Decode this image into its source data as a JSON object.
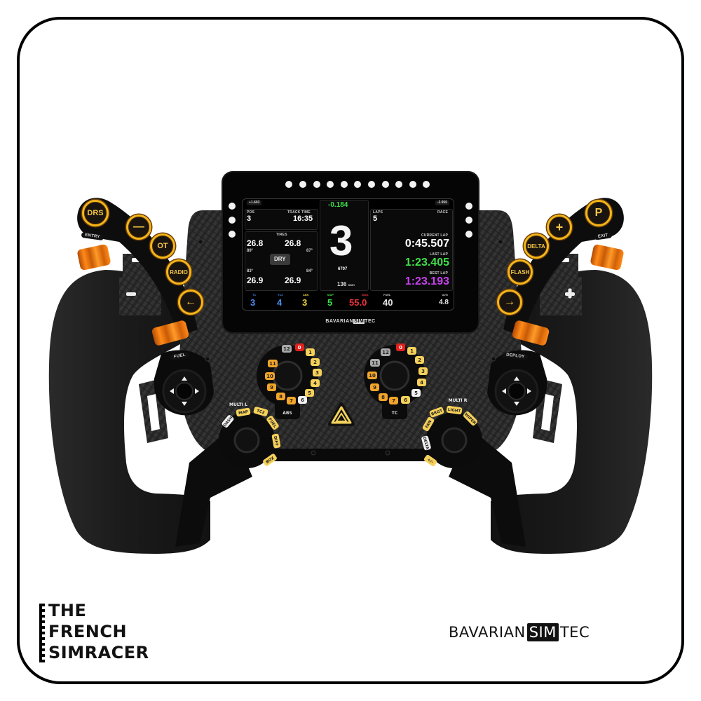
{
  "image": {
    "subject": "Sim racing steering wheel",
    "frame": {
      "border_color": "#000000",
      "background": "#ffffff"
    }
  },
  "colors": {
    "button_ring": "#f3b51a",
    "button_text": "#f6c844",
    "orange_accent": "#f07a10",
    "carbon": "#2a2a2a",
    "grip": "#1c1c1c",
    "dial_yellow": "#f6d15a",
    "dial_orange": "#f3a52a",
    "dial_red": "#e3201b",
    "dial_grey": "#a9a9a9",
    "dial_white": "#f2f2f2",
    "lcd_green": "#3fe04a",
    "lcd_purple": "#c93ff0",
    "lcd_blue": "#4b8cf0",
    "lcd_yellow": "#e8d23a",
    "lcd_red": "#e8343a"
  },
  "display": {
    "rev_leds_count": 12,
    "side_leds_per_side": 3,
    "delta_left": "+1.603",
    "delta_right": "-3.956",
    "delta_center": "-0.184",
    "gear": "3",
    "rpm": "6707",
    "speed": {
      "value": "136",
      "unit": "KMH"
    },
    "pos": {
      "label": "POS",
      "value": "3"
    },
    "track_time": {
      "label": "TRACK TIME",
      "value": "16:35"
    },
    "laps": {
      "label": "LAPS",
      "value": "5"
    },
    "session": "RACE",
    "tires": {
      "label": "TIRES",
      "fl_pressure": "26.8",
      "fl_temp": "89°",
      "fr_pressure": "26.8",
      "fr_temp": "87°",
      "rl_pressure": "26.9",
      "rl_temp": "83°",
      "rr_pressure": "26.9",
      "rr_temp": "84°",
      "compound": "DRY"
    },
    "current_lap": {
      "label": "CURRENT LAP",
      "value": "0:45.507"
    },
    "last_lap": {
      "label": "LAST LAP",
      "value": "1:23.405"
    },
    "best_lap": {
      "label": "BEST LAP",
      "value": "1:23.193"
    },
    "bottom_bar": [
      {
        "label": "TC",
        "value": "3"
      },
      {
        "label": "TC2",
        "value": "4"
      },
      {
        "label": "ABS",
        "value": "3"
      },
      {
        "label": "MAP",
        "value": "5"
      },
      {
        "label": "BIAS",
        "value": "55.0"
      },
      {
        "label": "FUEL",
        "value": "40"
      },
      {
        "label": "AVG",
        "value": "4.8"
      }
    ],
    "brand": {
      "pre": "BAVARIAN",
      "mid": "SIM",
      "post": "TEC"
    }
  },
  "left_buttons": [
    {
      "label": "DRS"
    },
    {
      "label": "—",
      "icon": "minus-icon"
    },
    {
      "label": "OT"
    },
    {
      "label": "RADIO"
    },
    {
      "label": "←",
      "icon": "arrow-left-icon"
    }
  ],
  "right_buttons": [
    {
      "label": "P"
    },
    {
      "label": "+",
      "icon": "plus-icon"
    },
    {
      "label": "DELTA"
    },
    {
      "label": "FLASH"
    },
    {
      "label": "→",
      "icon": "arrow-right-icon"
    }
  ],
  "encoder_labels": {
    "left_top": "ENTRY",
    "right_top": "EXIT",
    "left_funky": "FUEL",
    "right_funky": "DEPLOY"
  },
  "paddles": {
    "left": "−",
    "right": "+"
  },
  "rotary_abs": {
    "label": "ABS",
    "positions": [
      "0",
      "1",
      "2",
      "3",
      "4",
      "5",
      "6",
      "7",
      "8",
      "9",
      "10",
      "11",
      "12"
    ],
    "selected": "6"
  },
  "rotary_tc": {
    "label": "TC",
    "positions": [
      "0",
      "1",
      "2",
      "3",
      "4",
      "5",
      "6",
      "7",
      "8",
      "9",
      "10",
      "11",
      "12"
    ],
    "selected": "5"
  },
  "multi_left": {
    "label": "MULTI L",
    "items": [
      "DASH",
      "MAP",
      "TC2",
      "FUEL",
      "DIFF",
      "BOX"
    ],
    "selected": "DASH"
  },
  "multi_right": {
    "label": "MULTI R",
    "items": [
      "DELTA",
      "FAN",
      "BRGT",
      "LIGHT",
      "WIPER",
      "+/-"
    ],
    "selected": "DELTA"
  },
  "logos": {
    "left": [
      "THE",
      "FRENCH",
      "SIMRACER"
    ],
    "right": {
      "pre": "BAVARIAN",
      "mid": "SIM",
      "post": "TEC"
    }
  }
}
